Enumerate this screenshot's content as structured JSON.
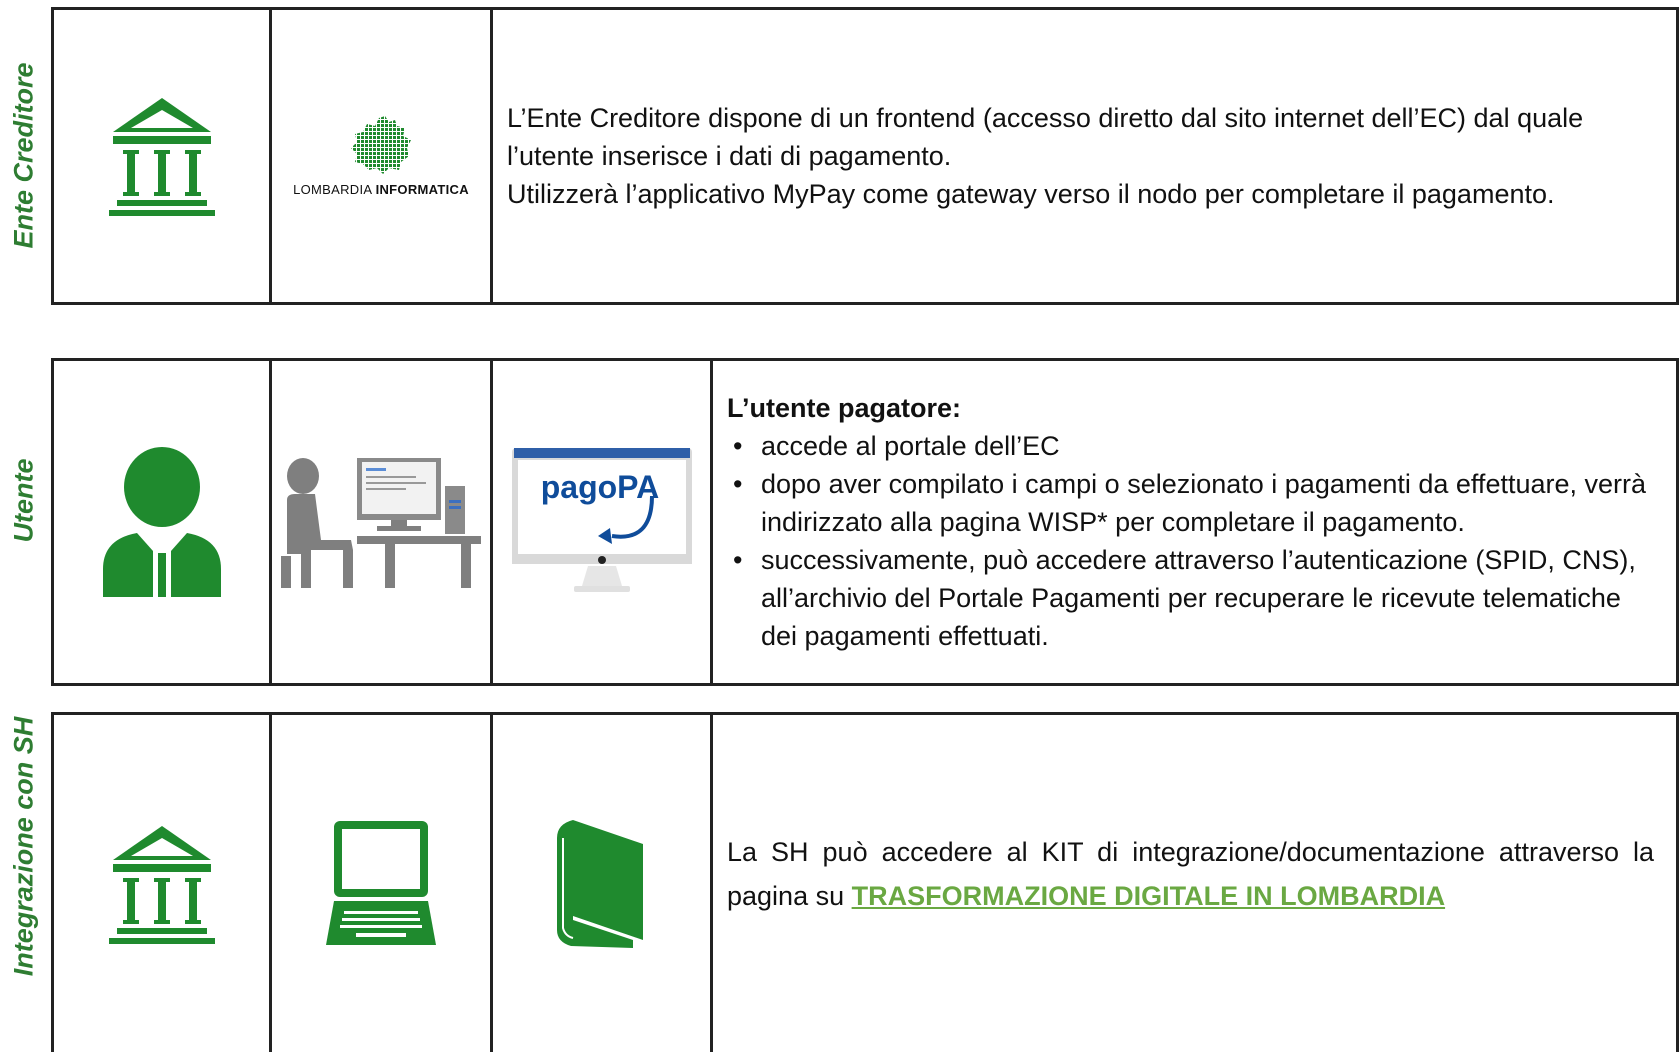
{
  "colors": {
    "green": "#2e7d32",
    "icon_green": "#1f8a2e",
    "link": "#6aa842",
    "border": "#222222"
  },
  "sections": {
    "ente": {
      "label": "Ente Creditore",
      "icons": [
        "bank-icon",
        "lombardia-informatica-logo"
      ],
      "logo_text": {
        "prefix": "LOMBARDIA ",
        "bold": "INFORMATICA"
      },
      "paragraphs": [
        "L’Ente Creditore dispone di un frontend (accesso diretto dal sito internet dell’EC) dal quale l’utente inserisce i dati di pagamento.",
        "Utilizzerà l’applicativo MyPay come gateway verso il nodo per completare il pagamento."
      ]
    },
    "utente": {
      "label": "Utente",
      "icons": [
        "user-icon",
        "person-at-computer-icon",
        "pagopa-monitor-icon"
      ],
      "pagopa_text": "pagoPA",
      "heading": "L’utente pagatore:",
      "bullets": [
        "accede al portale dell’EC",
        "dopo aver compilato i campi o selezionato i pagamenti da effettuare, verrà indirizzato alla pagina WISP* per completare il pagamento.",
        "successivamente, può accedere attraverso l’autenticazione (SPID, CNS), all’archivio del Portale Pagamenti per recuperare le ricevute telematiche dei pagamenti effettuati."
      ]
    },
    "integrazione": {
      "label": "Integrazione con SH",
      "icons": [
        "bank-icon",
        "laptop-icon",
        "book-icon"
      ],
      "text": "La SH può accedere al KIT di integrazione/documentazione attraverso la pagina su ",
      "link": "TRASFORMAZIONE DIGITALE IN LOMBARDIA"
    }
  }
}
